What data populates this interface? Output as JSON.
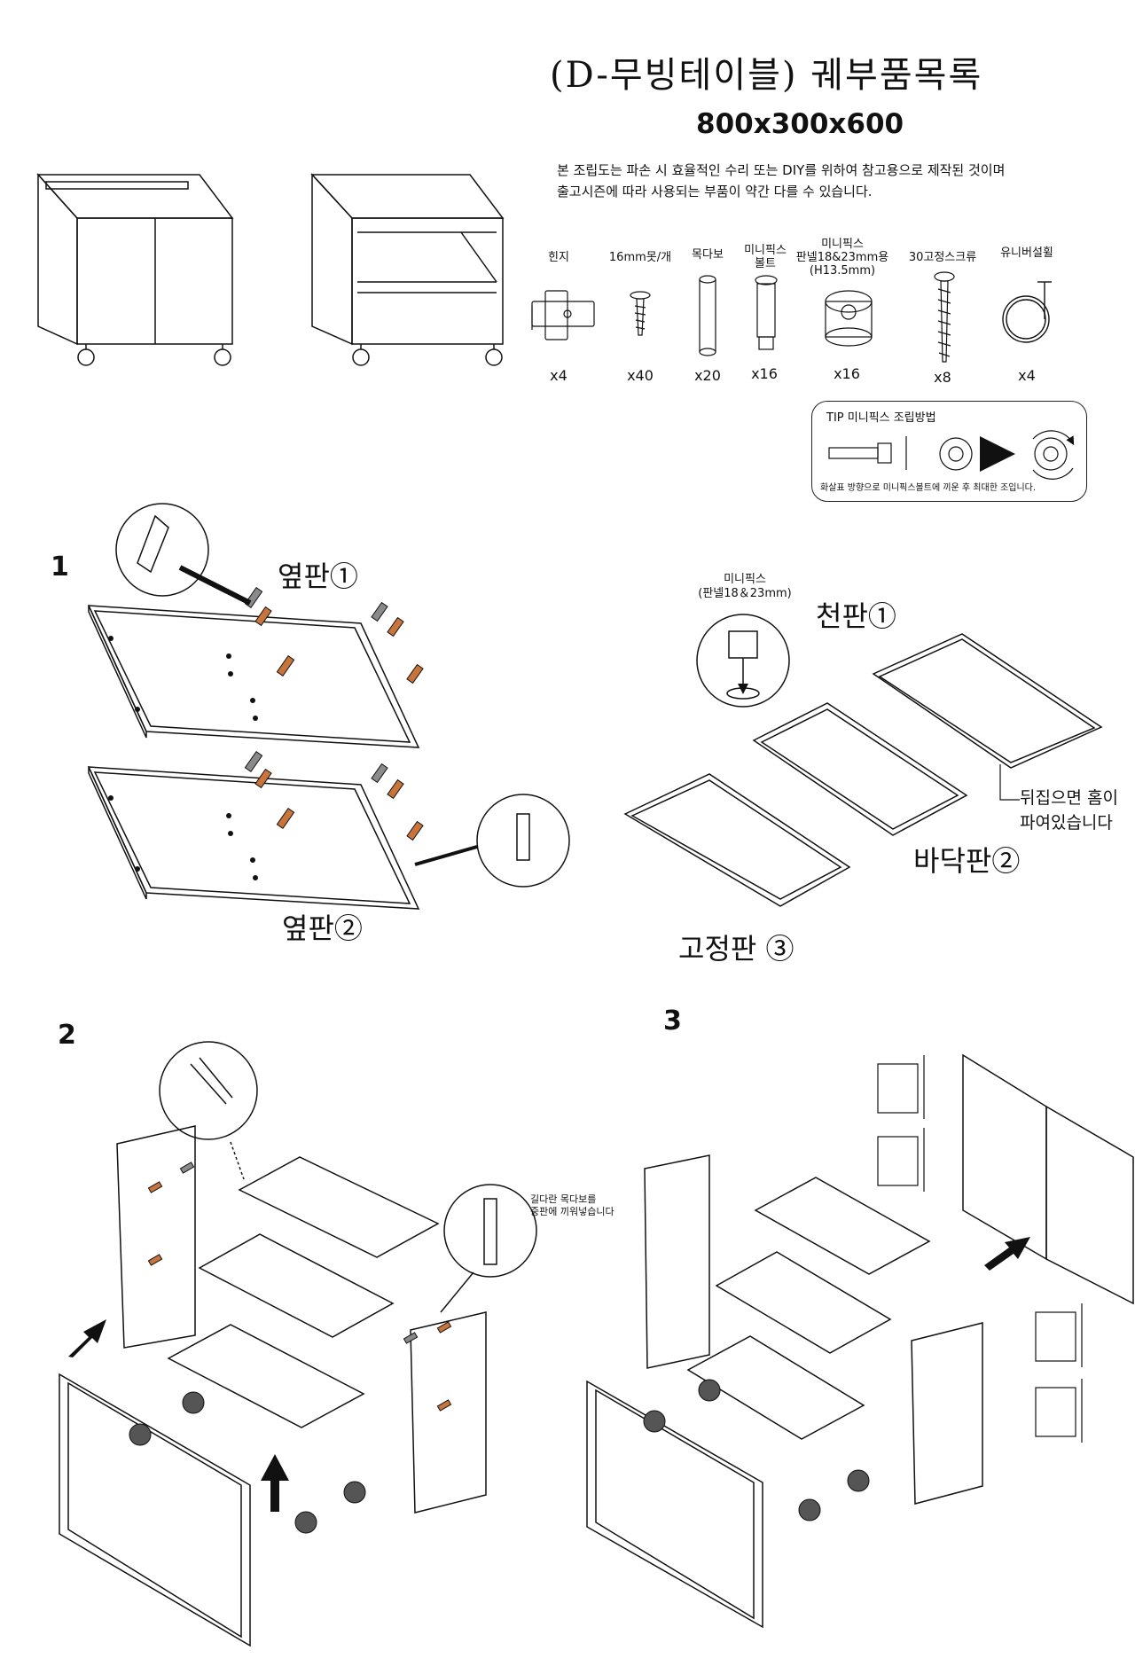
{
  "header": {
    "title": "(D-무빙테이블) 궤부품목록",
    "dimensions": "800x300x600",
    "notice_line1": "본 조립도는 파손 시 효율적인 수리 또는 DIY를 위하여 참고용으로 제작된 것이며",
    "notice_line2": "출고시즌에 따라 사용되는 부품이 약간 다를 수 있습니다."
  },
  "parts": [
    {
      "label": "힌지",
      "qty": "x4",
      "icon": "hinge-icon"
    },
    {
      "label": "16mm못/개",
      "qty": "x40",
      "icon": "screw-icon"
    },
    {
      "label": "목다보",
      "qty": "x20",
      "icon": "dowel-icon"
    },
    {
      "label": "미니픽스\n볼트",
      "qty": "x16",
      "icon": "minifix-bolt-icon"
    },
    {
      "label": "미니픽스\n판넬18&23mm용\n(H13.5mm)",
      "qty": "x16",
      "icon": "minifix-cam-icon"
    },
    {
      "label": "30고정스크류",
      "qty": "x8",
      "icon": "long-screw-icon"
    },
    {
      "label": "유니버설휠",
      "qty": "x4",
      "icon": "wheel-icon"
    }
  ],
  "tip": {
    "title": "TIP 미니픽스 조립방법",
    "note": "화살표 방향으로 미니픽스볼트에 끼운 후 최대한 조입니다."
  },
  "steps": {
    "step1": "1",
    "step2": "2",
    "step3": "3"
  },
  "step1": {
    "side1": "옆판①",
    "side2": "옆판②",
    "top": "천판①",
    "bottom": "바닥판②",
    "fixed": "고정판 ③",
    "minifix_note": "미니픽스\n(판넬18＆23mm)",
    "hole_note": "뒤집으면 홈이\n파여있습니다"
  },
  "step2": {
    "dowel_note": "길다란 목다보를\n중판에 끼워넣습니다"
  },
  "colors": {
    "line": "#111111",
    "dowel": "#c9743a",
    "bolt": "#8a8a8a"
  }
}
